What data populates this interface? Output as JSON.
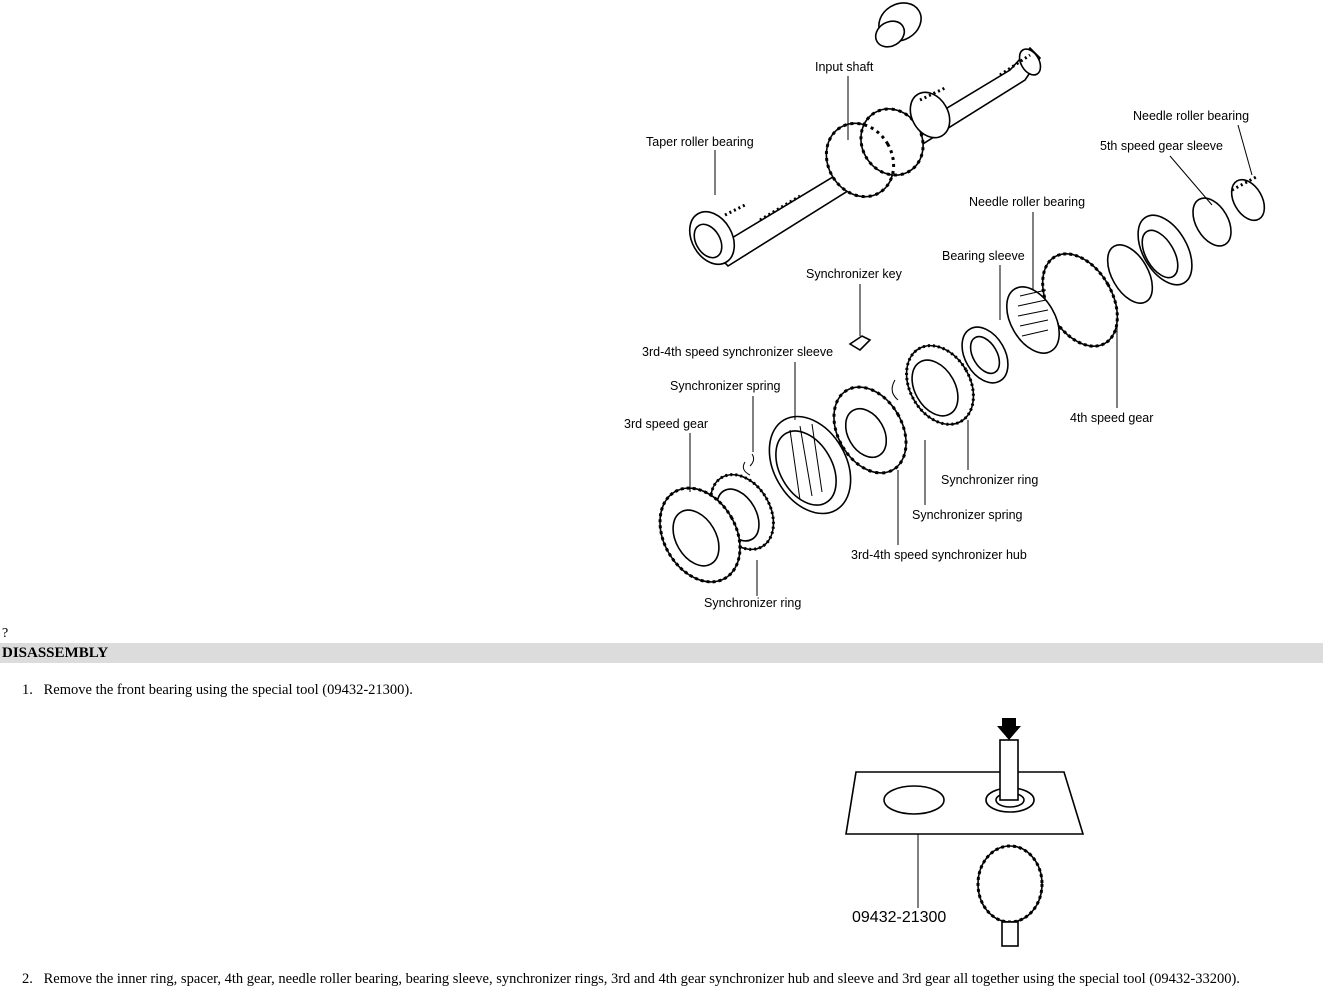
{
  "diagram": {
    "labels": {
      "input_shaft": "Input shaft",
      "taper_roller_bearing": "Taper roller bearing",
      "needle_roller_bearing_top": "Needle roller bearing",
      "fifth_speed_gear_sleeve": "5th speed gear sleeve",
      "needle_roller_bearing": "Needle roller bearing",
      "bearing_sleeve": "Bearing sleeve",
      "synchronizer_key": "Synchronizer key",
      "sync_sleeve": "3rd-4th speed synchronizer sleeve",
      "synchronizer_spring_left": "Synchronizer spring",
      "third_speed_gear": "3rd speed gear",
      "fourth_speed_gear": "4th speed gear",
      "synchronizer_ring_right": "Synchronizer ring",
      "synchronizer_spring_right": "Synchronizer spring",
      "sync_hub": "3rd-4th speed synchronizer hub",
      "synchronizer_ring_bottom": "Synchronizer ring"
    }
  },
  "marker": "?",
  "section": {
    "title": "DISASSEMBLY"
  },
  "steps": [
    {
      "num": "1.",
      "text": "Remove the front bearing using the special tool (09432-21300)."
    },
    {
      "num": "2.",
      "text": "Remove the inner ring, spacer, 4th gear, needle roller bearing, bearing sleeve, synchronizer rings, 3rd and 4th gear synchronizer hub and sleeve and 3rd gear all together using the special tool (09432-33200)."
    }
  ],
  "tool_figure": {
    "label": "09432-21300"
  }
}
